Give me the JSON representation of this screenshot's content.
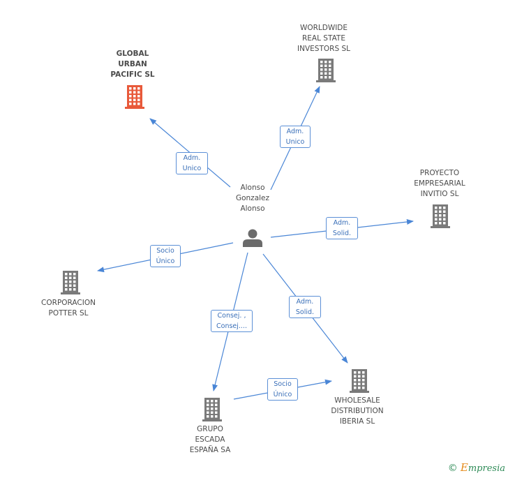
{
  "colors": {
    "edge": "#4a86d6",
    "building": "#7a7a7a",
    "building_highlight": "#e8593a",
    "person": "#6b6b6b"
  },
  "center": {
    "name": "Alonso\nGonzalez\nAlonso",
    "icon": "person-icon"
  },
  "companies": [
    {
      "id": "global-urban",
      "name": "GLOBAL\nURBAN\nPACIFIC SL",
      "highlight": true,
      "icon": "building-icon"
    },
    {
      "id": "worldwide",
      "name": "WORLDWIDE\nREAL STATE\nINVESTORS SL",
      "highlight": false,
      "icon": "building-icon"
    },
    {
      "id": "proyecto",
      "name": "PROYECTO\nEMPRESARIAL\nINVITIO SL",
      "highlight": false,
      "icon": "building-icon"
    },
    {
      "id": "corporacion",
      "name": "CORPORACION\nPOTTER SL",
      "highlight": false,
      "icon": "building-icon"
    },
    {
      "id": "grupo",
      "name": "GRUPO\nESCADA\nESPAÑA SA",
      "highlight": false,
      "icon": "building-icon"
    },
    {
      "id": "wholesale",
      "name": "WHOLESALE\nDISTRIBUTION\nIBERIA SL",
      "highlight": false,
      "icon": "building-icon"
    }
  ],
  "edges": [
    {
      "from": "center",
      "to": "global-urban",
      "label": "Adm.\nUnico"
    },
    {
      "from": "center",
      "to": "worldwide",
      "label": "Adm.\nUnico"
    },
    {
      "from": "center",
      "to": "proyecto",
      "label": "Adm.\nSolid."
    },
    {
      "from": "center",
      "to": "corporacion",
      "label": "Socio\nÚnico"
    },
    {
      "from": "center",
      "to": "grupo",
      "label": "Consej. ,\nConsej...."
    },
    {
      "from": "center",
      "to": "wholesale",
      "label": "Adm.\nSolid."
    },
    {
      "from": "grupo",
      "to": "wholesale",
      "label": "Socio\nÚnico"
    }
  ],
  "footer": {
    "copyright": "©",
    "brand_initial": "E",
    "brand_rest": "mpresia"
  }
}
